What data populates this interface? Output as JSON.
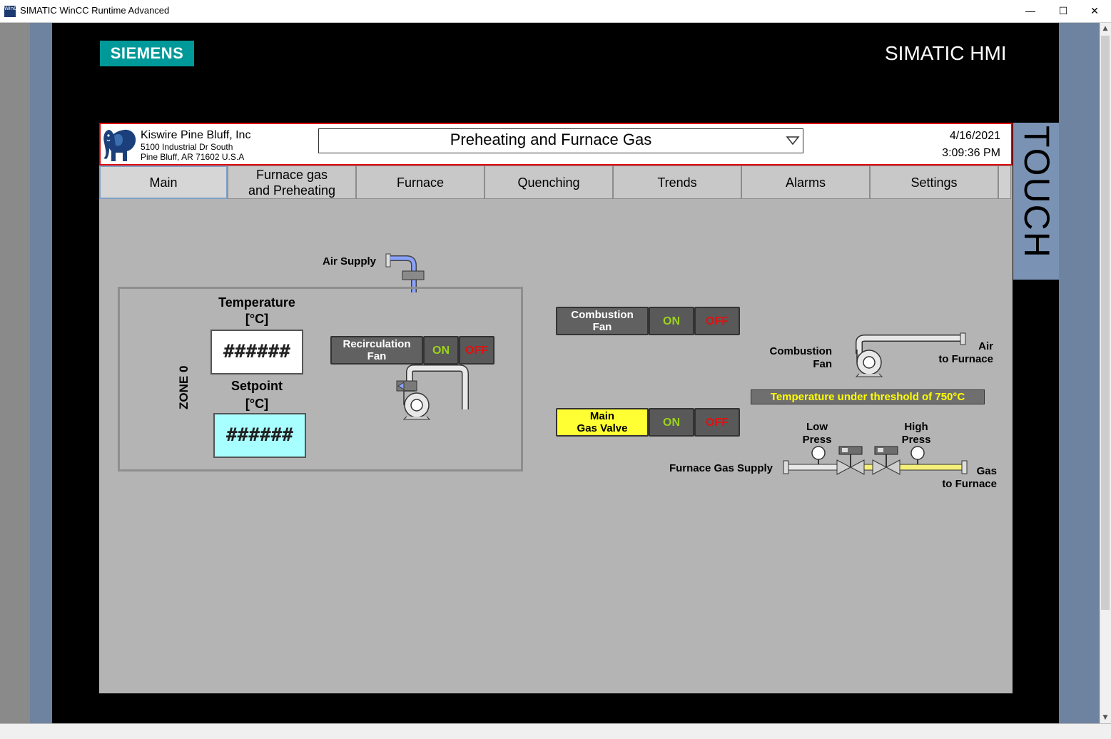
{
  "window": {
    "title": "SIMATIC WinCC Runtime Advanced",
    "icon_text": "WinCC",
    "minimize_glyph": "—",
    "maximize_glyph": "☐",
    "close_glyph": "✕",
    "scroll_up_glyph": "▲",
    "scroll_down_glyph": "▼"
  },
  "panel": {
    "brand": "SIEMENS",
    "product": "SIMATIC HMI",
    "side_label": "TOUCH"
  },
  "header": {
    "company_name": "Kiswire Pine Bluff, Inc",
    "address_line1": "5100 Industrial Dr South",
    "address_line2": "Pine Bluff, AR 71602 U.S.A",
    "screen_selector": "Preheating and Furnace Gas",
    "date": "4/16/2021",
    "time": "3:09:36 PM"
  },
  "nav": {
    "tabs": [
      {
        "label": "Main"
      },
      {
        "label": "Furnace gas\nand Preheating"
      },
      {
        "label": "Furnace"
      },
      {
        "label": "Quenching"
      },
      {
        "label": "Trends"
      },
      {
        "label": "Alarms"
      },
      {
        "label": "Settings"
      }
    ],
    "active_index": 0
  },
  "zone": {
    "label": "ZONE 0",
    "temperature_label": "Temperature",
    "temperature_unit": "[°C]",
    "temperature_value": "######",
    "setpoint_label": "Setpoint",
    "setpoint_unit": "[°C]",
    "setpoint_value": "######",
    "air_supply_label": "Air Supply",
    "recirc_fan": {
      "name": "Recirculation\nFan",
      "on": "ON",
      "off": "OFF"
    }
  },
  "combustion": {
    "fan_button": {
      "name": "Combustion\nFan",
      "on": "ON",
      "off": "OFF"
    },
    "fan_label": "Combustion\nFan",
    "air_to_furnace": "Air\nto Furnace",
    "threshold_message": "Temperature under threshold of 750°C",
    "gas_valve_button": {
      "name": "Main\nGas Valve",
      "on": "ON",
      "off": "OFF"
    },
    "low_press": "Low\nPress",
    "high_press": "High\nPress",
    "furnace_gas_supply": "Furnace Gas Supply",
    "gas_to_furnace": "Gas\nto Furnace"
  },
  "colors": {
    "brand": "#009999",
    "header_border": "#e00000",
    "on_text": "#9bd41c",
    "off_text": "#e01010",
    "valve_button": "#ffff33",
    "setpoint_field": "#a8ffff",
    "threshold_text": "#ffff00"
  }
}
